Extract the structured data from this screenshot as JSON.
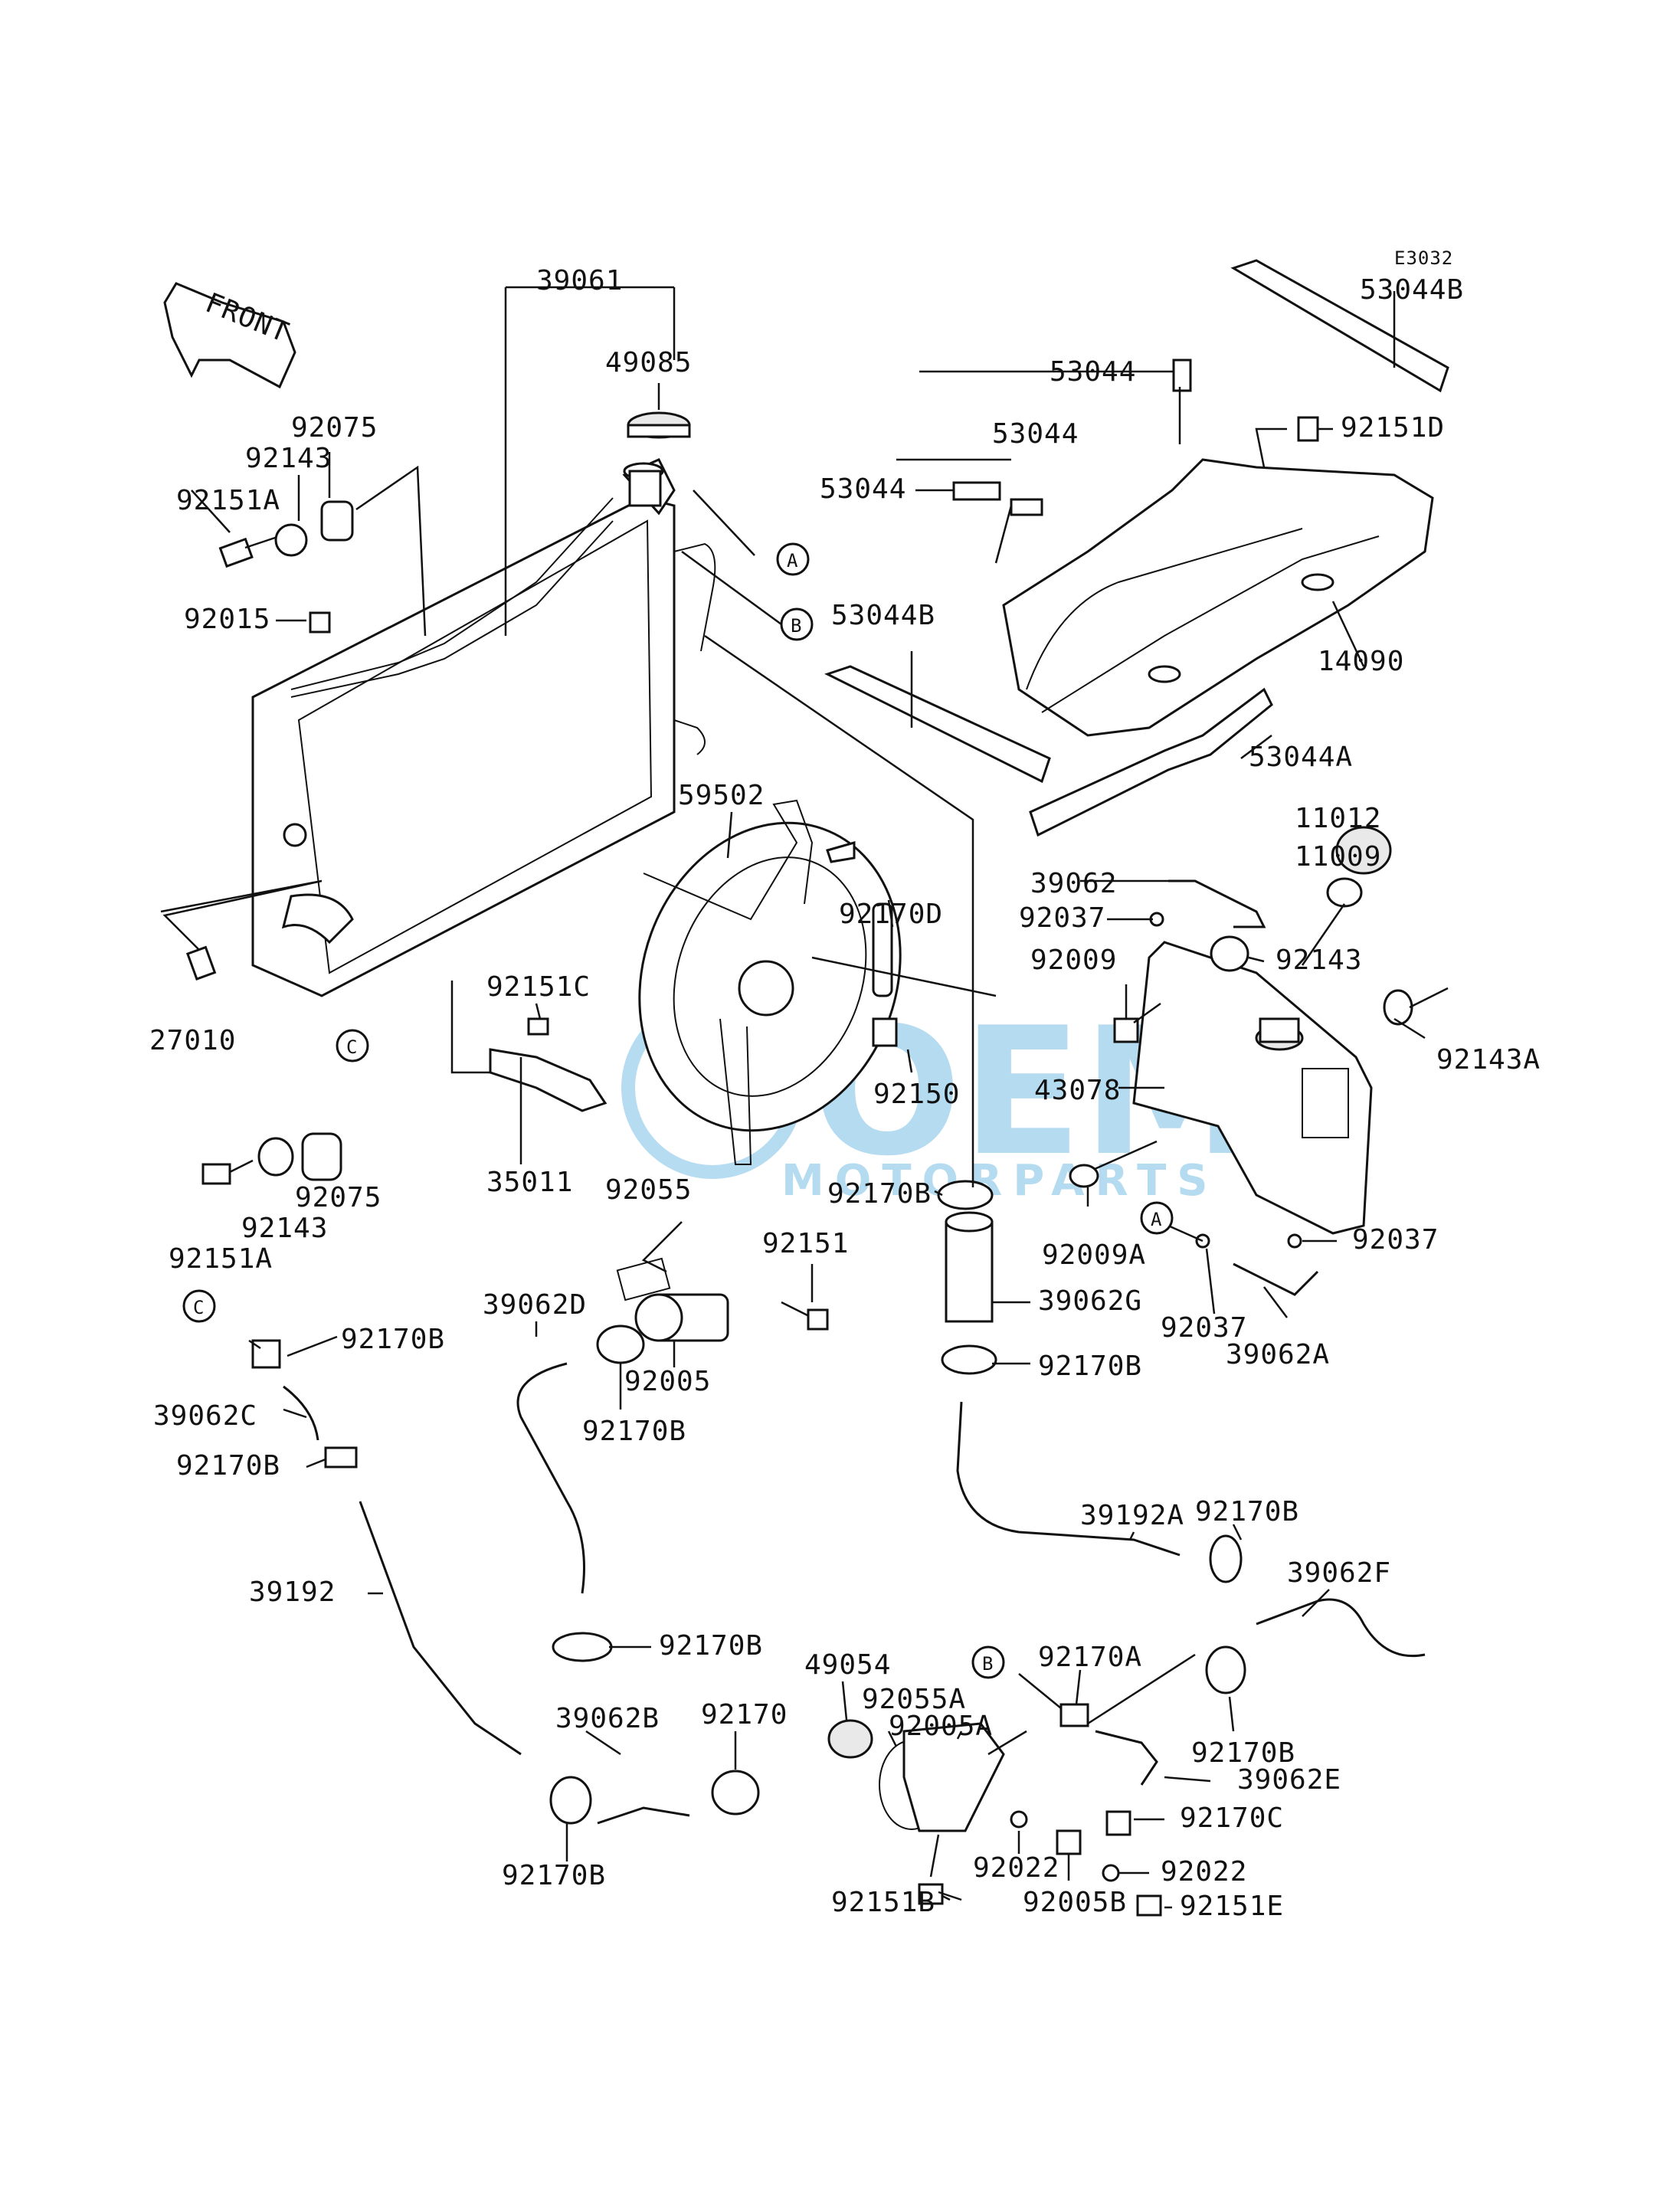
{
  "diagram_code": "E3032",
  "front_label": "FRONT",
  "watermark": {
    "brand": "OEM",
    "sub": "MOTORPARTS",
    "color": "#2f9bd6"
  },
  "callouts": [
    {
      "id": "A",
      "text": "A"
    },
    {
      "id": "B",
      "text": "B"
    },
    {
      "id": "C",
      "text": "C"
    },
    {
      "id": "A2",
      "text": "A"
    },
    {
      "id": "B2",
      "text": "B"
    },
    {
      "id": "C2",
      "text": "C"
    }
  ],
  "labels": {
    "l39061": "39061",
    "l49085": "49085",
    "l92075a": "92075",
    "l92143a": "92143",
    "l92151A_a": "92151A",
    "l92015": "92015",
    "l27010": "27010",
    "l59502": "59502",
    "l92170D": "92170D",
    "l92151C": "92151C",
    "l92150": "92150",
    "l35011": "35011",
    "l92143b": "92143",
    "l92075b": "92075",
    "l92151A_b": "92151A",
    "l53044B_top": "53044B",
    "l53044_a": "53044",
    "l53044_b": "53044",
    "l53044_c": "53044",
    "l92151D": "92151D",
    "l53044B_mid": "53044B",
    "l14090": "14090",
    "l53044A": "53044A",
    "l11012": "11012",
    "l11009": "11009",
    "l39062": "39062",
    "l92037a": "92037",
    "l92009": "92009",
    "l92143c": "92143",
    "l92143A": "92143A",
    "l43078": "43078",
    "l92170B_1": "92170B",
    "l92009A": "92009A",
    "l92037b": "92037",
    "l92037c": "92037",
    "l39062A": "39062A",
    "l39062G": "39062G",
    "l92170B_2": "92170B",
    "l92055": "92055",
    "l92151": "92151",
    "l92005": "92005",
    "l39062D": "39062D",
    "l92170B_3": "92170B",
    "l92170B_4": "92170B",
    "l39062C": "39062C",
    "l92170B_5": "92170B",
    "l39192": "39192",
    "l92170B_6": "92170B",
    "l39062B": "39062B",
    "l92170": "92170",
    "l92170B_7": "92170B",
    "l39192A": "39192A",
    "l92170B_8": "92170B",
    "l39062F": "39062F",
    "l49054": "49054",
    "l92055A": "92055A",
    "l92005A": "92005A",
    "l92170A": "92170A",
    "l92170B_9": "92170B",
    "l39062E": "39062E",
    "l92170C": "92170C",
    "l92022a": "92022",
    "l92022b": "92022",
    "l92151B": "92151B",
    "l92005B": "92005B",
    "l92151E": "92151E"
  }
}
